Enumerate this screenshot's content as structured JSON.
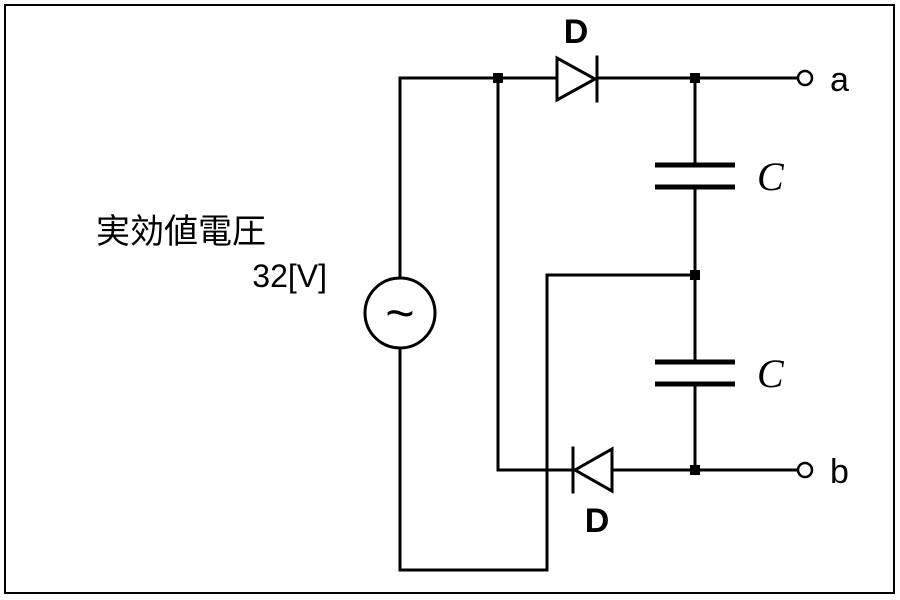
{
  "labels": {
    "source_caption": "実効値電圧",
    "source_value": "32[V]",
    "source_symbol": "~",
    "diode_top": "D",
    "diode_bottom": "D",
    "cap_top": "C",
    "cap_bottom": "C",
    "terminal_a": "a",
    "terminal_b": "b"
  }
}
